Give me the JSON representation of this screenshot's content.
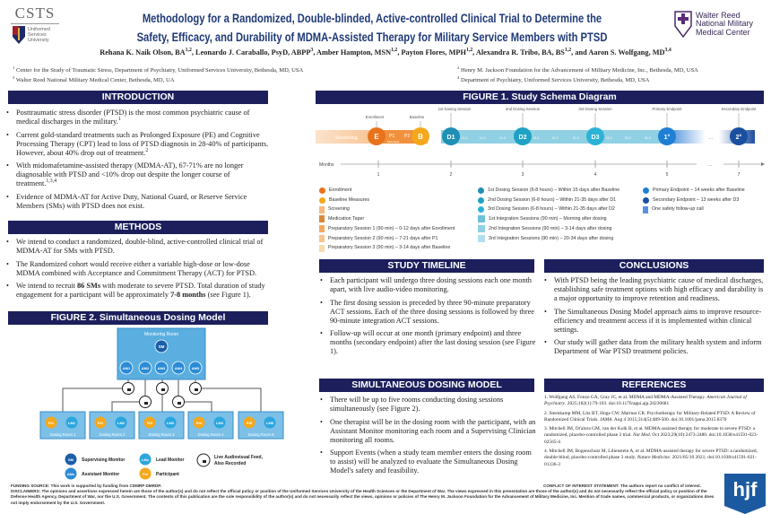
{
  "header": {
    "title_line1": "Methodology for a Randomized, Double-blinded, Active-controlled Clinical Trial to Determine the",
    "title_line2": "Safety, Efficacy, and Durability of MDMA-Assisted Therapy for Military Service Members with PTSD",
    "left_logo": {
      "acronym": "CSTS",
      "line1": "Uniformed",
      "line2": "Services",
      "line3": "University"
    },
    "right_logo": {
      "line1": "Walter Reed",
      "line2": "National Military",
      "line3": "Medical Center"
    },
    "authors": [
      {
        "name": "Rehana K. Naik Olson, BA",
        "sup": "1,2",
        "sep": ", "
      },
      {
        "name": "Leonardo J. Caraballo, PsyD, ABPP",
        "sup": "3",
        "sep": ", "
      },
      {
        "name": "Amber Hampton, MSN",
        "sup": "1,2",
        "sep": ", "
      },
      {
        "name": "Payton Flores, MPH",
        "sup": "1,2",
        "sep": ", "
      },
      {
        "name": "Alexandra R. Tribo, BA, BS",
        "sup": "1,2",
        "sep": ", and "
      },
      {
        "name": "Aaron S. Wolfgang, MD",
        "sup": "3,4",
        "sep": ""
      }
    ],
    "affiliations": [
      {
        "num": "1",
        "text": "Center for the Study of Traumatic Stress, Department of Psychiatry, Uniformed Services University, Bethesda, MD, USA"
      },
      {
        "num": "2",
        "text": "Henry M. Jackson Foundation for the Advancement of Military Medicine, Inc., Bethesda, MD, USA"
      },
      {
        "num": "3",
        "text": "Walter Reed National Military Medical Center, Bethesda, MD, UA"
      },
      {
        "num": "4",
        "text": "Department of Psychiatry, Uniformed Services University, Bethesda, MD, USA"
      }
    ]
  },
  "introduction": {
    "heading": "INTRODUCTION",
    "bullets": [
      {
        "text": "Posttraumatic stress disorder (PTSD) is the most common psychiatric cause of medical discharges in the military.",
        "sup": "1"
      },
      {
        "text": "Current gold-standard treatments such as Prolonged Exposure (PE) and Cognitive Processing Therapy (CPT) lead to loss of PTSD diagnosis in 28-40% of participants. However, about 40% drop out of treatment.",
        "sup": "2"
      },
      {
        "text": "With midomafetamine-assisted therapy (MDMA-AT), 67-71% are no longer diagnosable with PTSD and <10% drop out despite the longer course of treatment.",
        "sup": "1,3,4"
      },
      {
        "text": "Evidence of MDMA-AT for Active Duty, National Guard, or Reserve Service Members (SMs) with PTSD does not exist.",
        "sup": ""
      }
    ]
  },
  "methods": {
    "heading": "METHODS",
    "bullet1": "We intend to conduct a randomized, double-blind, active-controlled clinical trial of MDMA-AT for SMs with PTSD.",
    "bullet2": "The Randomized cohort would receive either a variable high-dose or low-dose MDMA combined with Acceptance and Commitment Therapy (ACT) for PTSD.",
    "bullet3": {
      "a": "We intend to recruit ",
      "b1": "86 SMs",
      "c": " with moderate to severe PTSD. Total duration of study engagement for a participant will be approximately ",
      "b2": "7-8 months",
      "d": " (see Figure 1)."
    }
  },
  "figure2": {
    "heading": "FIGURE 2. Simultaneous Dosing Model",
    "monitoring_room": "Monitoring Room",
    "sm": "SM",
    "ams": [
      "AM1",
      "AM2",
      "AM3",
      "AM4",
      "AM5"
    ],
    "rooms": [
      {
        "p": "Pt1",
        "lm": "LM1",
        "label": "Dosing Room 1"
      },
      {
        "p": "Pt2",
        "lm": "LM2",
        "label": "Dosing Room 2"
      },
      {
        "p": "Pt3",
        "lm": "LM3",
        "label": "Dosing Room 3"
      },
      {
        "p": "Pt4",
        "lm": "LM4",
        "label": "Dosing Room 4"
      },
      {
        "p": "Pt5",
        "lm": "LM5",
        "label": "Dosing Room 5"
      }
    ],
    "legend": {
      "sm": {
        "badge": "SM",
        "label": "Supervising Monitor"
      },
      "am": {
        "badge": "AMx",
        "label": "Assistant Monitor"
      },
      "lm": {
        "badge": "LMx",
        "label": "Lead Monitor"
      },
      "pt": {
        "badge": "Ptx",
        "label": "Participant"
      },
      "feed": {
        "label1": "Live Audiovisual Feed,",
        "label2": "Also Recorded",
        "icon": "camera-icon"
      }
    },
    "colors": {
      "room": "#5aaee0",
      "sm": "#1b5fa8",
      "am": "#2b8bd6",
      "lm": "#2ba6df",
      "pt": "#f5a81c"
    }
  },
  "figure1": {
    "heading": "FIGURE 1. Study Schema Diagram",
    "top_labels": [
      "Enrollment",
      "Baseline",
      "1st Dosing Session",
      "2nd Dosing Session",
      "3rd Dosing Session",
      "Primary Endpoint",
      "Secondary Endpoint"
    ],
    "nodes": [
      "E",
      "B",
      "D1",
      "D2",
      "D3",
      "1°",
      "2°"
    ],
    "screening": "Screening",
    "med_taper": "Med taper",
    "prep": [
      "P1",
      "P2",
      "P3"
    ],
    "integration": [
      "I1,1",
      "I1,2",
      "I1,3",
      "I2,1",
      "I2,2",
      "I2,3",
      "I3,1",
      "I3,2",
      "I3,3"
    ],
    "ellipsis": "...",
    "months_label": "Months",
    "month_ticks": [
      "1",
      "2",
      "3",
      "4",
      "5",
      "...",
      "7"
    ],
    "legend_col1": [
      "Enrollment",
      "Baseline Measures",
      "Screening",
      "Medication Taper",
      "Preparatory Session 1 (90 min) – 0-12 days after Enrollment",
      "Preparatory Session 2 (90 min) – 7-21 days after P1",
      "Preparatory Session 3 (90 min) – 3-14 days after Baseline"
    ],
    "legend_col2": [
      "1st Dosing Session (6-8 hours) – Within 15 days after Baseline",
      "2nd Dosing Session (6-8 hours) – Within 21-35 days after D1",
      "3rd Dosing Session (6-8 hours) – Within 21-35 days after D2",
      "1st Integration Sessions (90 min) – Morning after dosing",
      "2nd Integration Sessions (90 min) – 3-14 days after dosing",
      "3rd Integration Sessions (90 min) – 20-34 days after dosing"
    ],
    "legend_col3": [
      "Primary Endpoint – 14 weeks after Baseline",
      "Secondary Endpoint – 13 weeks after D3",
      "One safety follow-up call"
    ],
    "colors": {
      "enrollment": "#e8731c",
      "baseline": "#f5a81c",
      "dosing": "#1fa2c4",
      "integration": "#8fd0e3",
      "primary": "#1f7fd6",
      "secondary": "#1b4fa0"
    }
  },
  "study_timeline": {
    "heading": "STUDY TIMELINE",
    "bullets": [
      "Each participant will undergo three dosing sessions each one month apart, with live audio-video monitoring.",
      "The first dosing session is preceded by three 90-minute preparatory ACT sessions. Each of the three dosing sessions is followed by three 90-minute integration ACT sessions.",
      "Follow-up will occur at one month (primary endpoint) and three months (secondary endpoint) after the last dosing session (see Figure 1)."
    ]
  },
  "simultaneous_dosing": {
    "heading": "SIMULTANEOUS DOSING MODEL",
    "bullets": [
      "There will be up to five rooms conducting dosing sessions simultaneously (see Figure 2).",
      "One therapist will be in the dosing room with the participant, with an Assistant Monitor monitoring each room and a Supervising Clinician monitoring all rooms.",
      "Support Events (when a study team member enters the dosing room to assist) will be analyzed to evaluate the Simultaneous Dosing Model's safety and feasibility."
    ]
  },
  "conclusions": {
    "heading": "CONCLUSIONS",
    "bullets": [
      "With PTSD being the leading psychiatric cause of medical discharges, establishing safe treatment options with high efficacy and durability is a major opportunity to improve retention and readiness.",
      "The Simultaneous Dosing Model approach aims to improve resource-efficiency and treatment access if it is implemented within clinical settings.",
      "Our study will gather data from the military health system and inform Department of War PTSD treatment policies."
    ]
  },
  "references": {
    "heading": "REFERENCES",
    "items": [
      {
        "text": "1. Wolfgang AS, Fonzo GA, Gray JC, et al. MDMA and MDMA-Assisted Therapy. ",
        "journal": "American Journal of Psychiatry",
        "rest": ". 2025;182(1):79-103. doi:10.1176/appi.ajp.20230681"
      },
      {
        "text": "2. Steenkamp MM, Litz BT, Hoge CW, Marmar CR. Psychotherapy for Military-Related PTSD: A Review of Randomized Clinical Trials. ",
        "journal": "JAMA",
        "rest": ". Aug 4 2015;314(5):489-500. doi:10.1001/jama.2015.8370"
      },
      {
        "text": "3. Mitchell JM, Ot'alora GM, van der Kolk B, et al. MDMA-assisted therapy for moderate to severe PTSD: a randomized, placebo-controlled phase 3 trial. ",
        "journal": "Nat Med",
        "rest": ". Oct 2023;29(10):2473-2480. doi:10.1038/s41591-023-02565-4"
      },
      {
        "text": "4. Mitchell JM, Bogenschutz M, Lilienstein A, et al. MDMA-assisted therapy for severe PTSD: a randomized, double-blind, placebo-controlled phase 3 study. ",
        "journal": "Nature Medicine",
        "rest": ". 2021/05/10 2021; doi:10.1038/s41591-021-01336-3"
      }
    ]
  },
  "footer": {
    "funding": "FUNDING SOURCE: This work is supported by funding from CDMRP DMRDP.",
    "disclaimer": "DISCLAIMERS: The opinions and assertions expressed herein are those of the author(s) and do not reflect the official policy or position of the Uniformed Services University of the Health Sciences or the Department of War. The views expressed in this presentation are those of the author(s) and do not necessarily reflect the official policy or position of the Defense Health Agency, Department of War, nor the U.S. Government. The contents of this publication are the sole responsibility of the author(s) and do not necessarily reflect the views, opinions or policies of The Henry M. Jackson Foundation for the Advancement of Military Medicine, Inc. Mention of trade names, commercial products, or organizations does not imply endorsement by the U.S. Government.",
    "coi": "CONFLICT OF INTEREST STATEMENT: The authors report no conflict of interest.",
    "hjf_logo": "hjf"
  },
  "colors": {
    "header_bar": "#1c1f5c",
    "title": "#1f3a78"
  }
}
